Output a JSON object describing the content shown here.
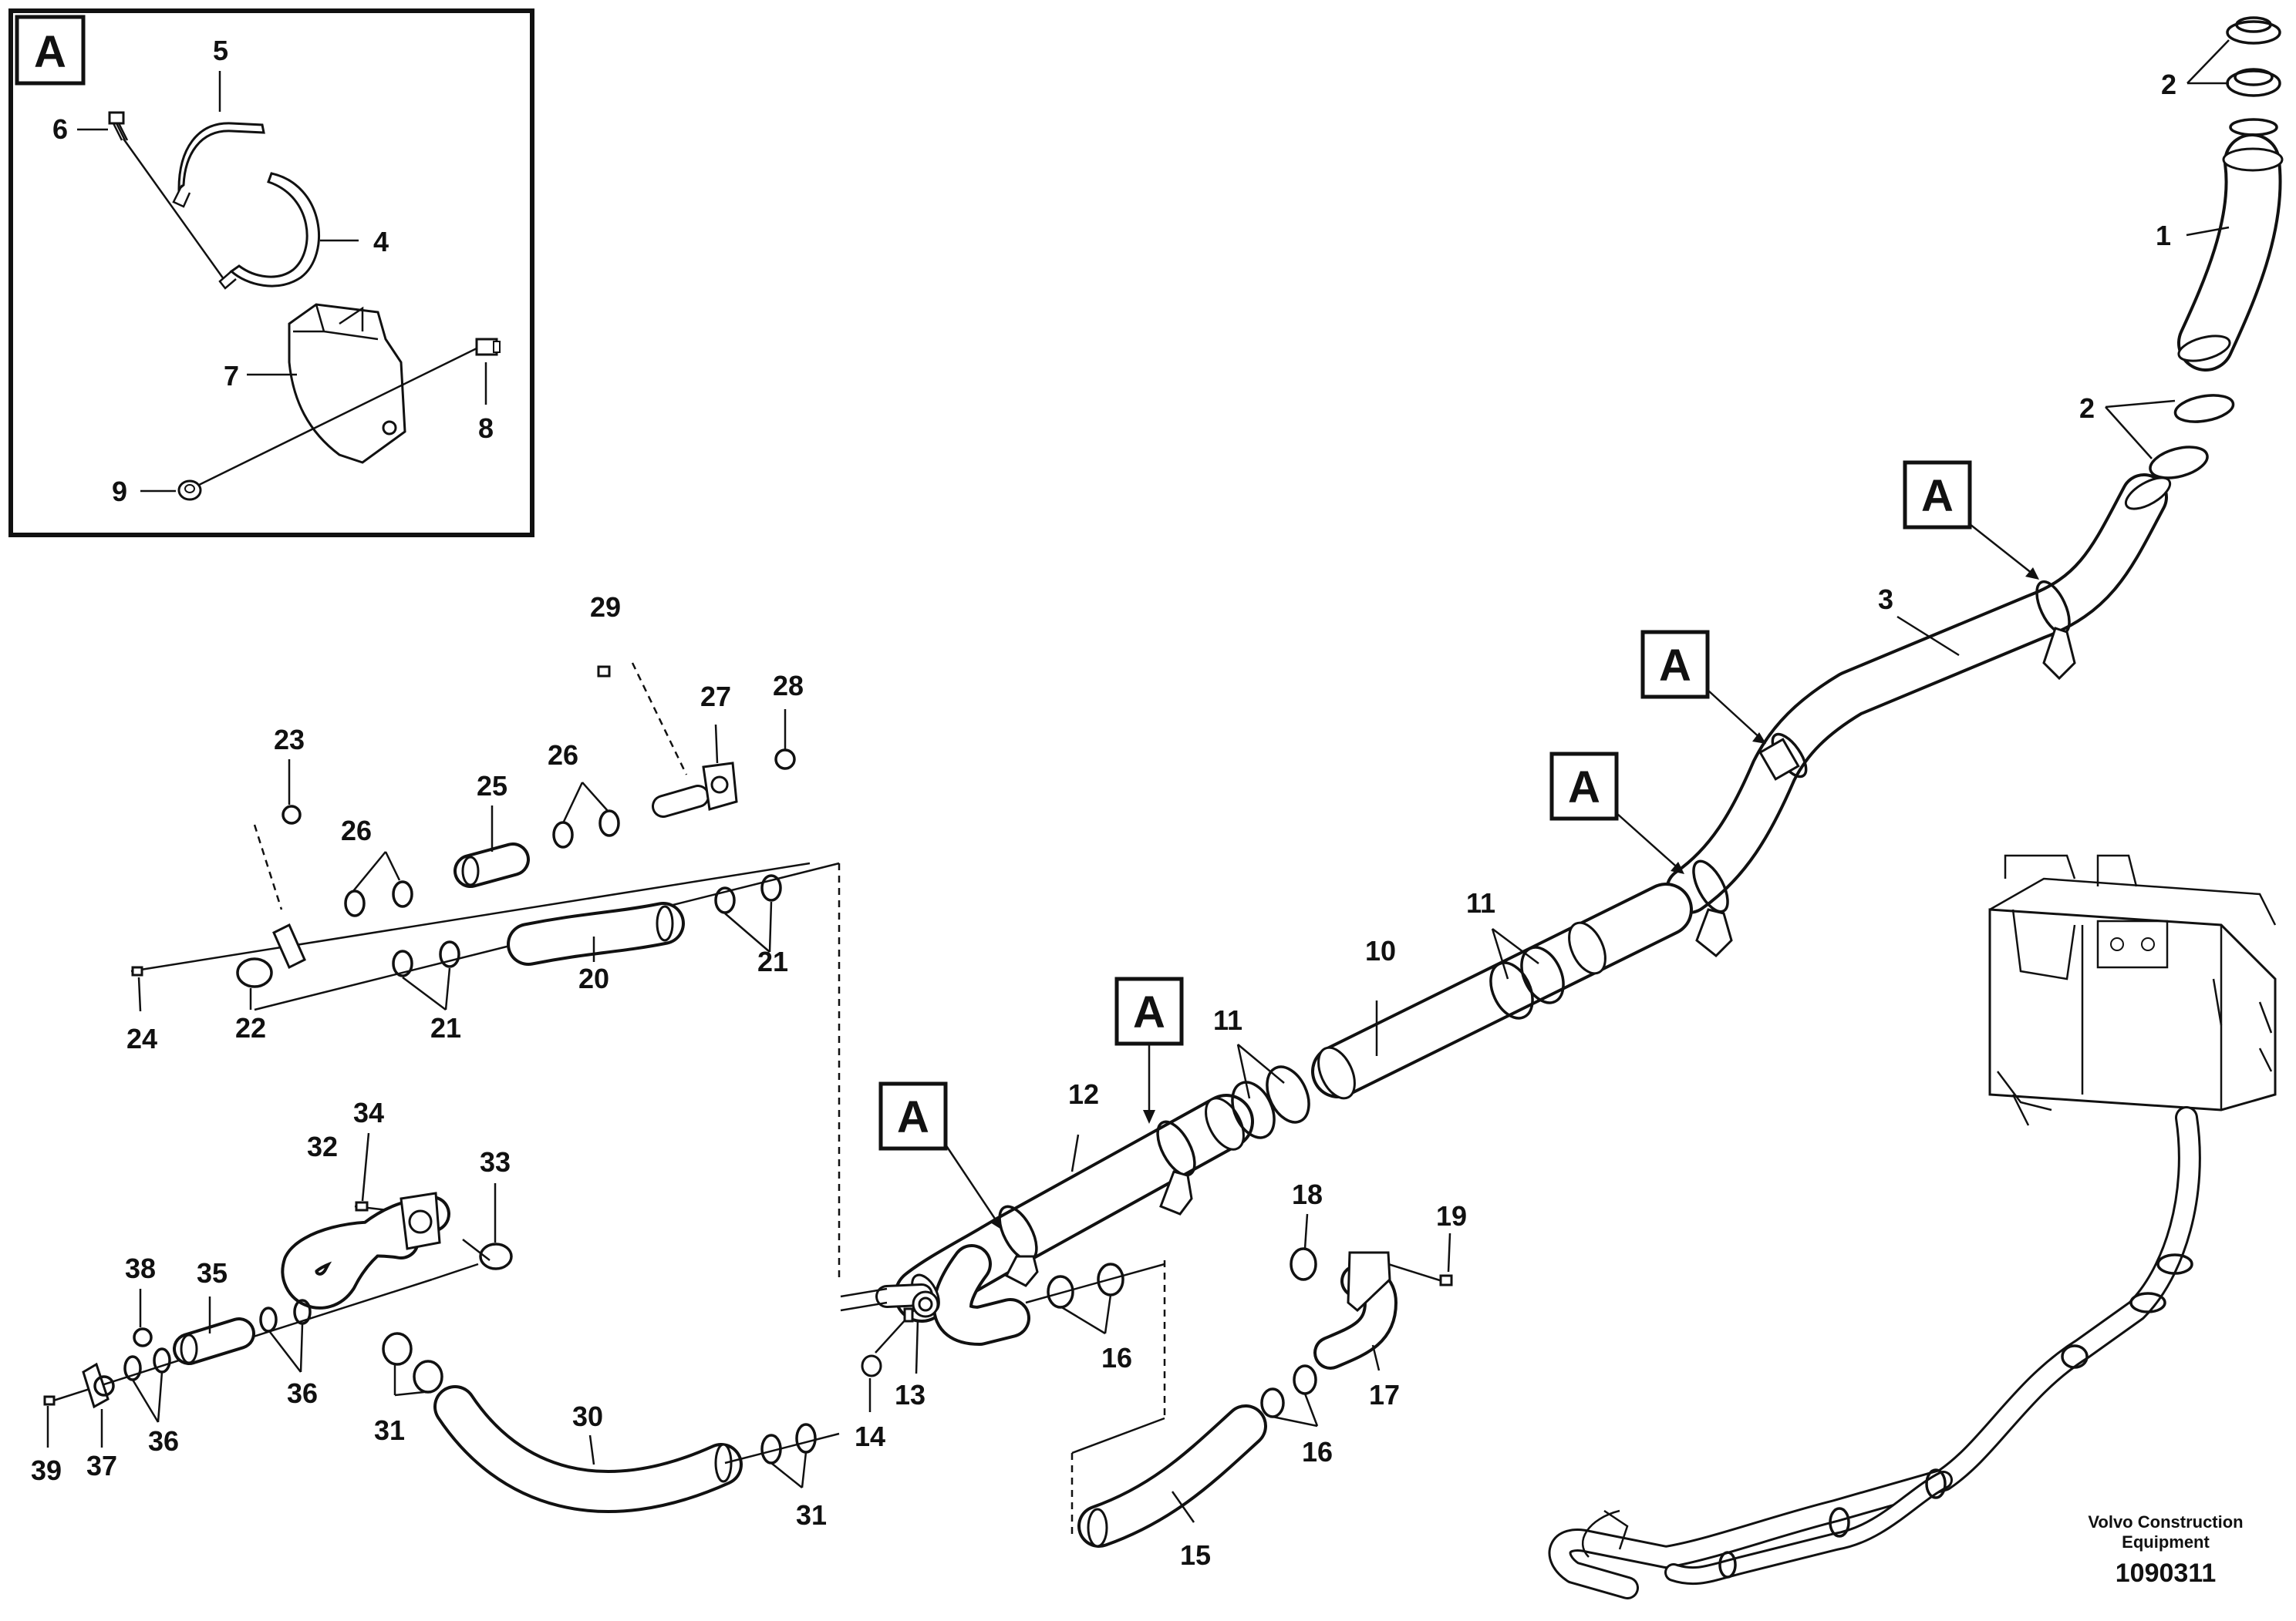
{
  "inset_label": "A",
  "callout_label": "A",
  "parts": [
    "1",
    "2",
    "3",
    "4",
    "5",
    "6",
    "7",
    "8",
    "9",
    "10",
    "11",
    "12",
    "13",
    "14",
    "15",
    "16",
    "17",
    "18",
    "19",
    "20",
    "21",
    "22",
    "23",
    "24",
    "25",
    "26",
    "27",
    "28",
    "29",
    "30",
    "31",
    "32",
    "33",
    "34",
    "35",
    "36",
    "37",
    "38",
    "39"
  ],
  "footer": {
    "company_line1": "Volvo Construction",
    "company_line2": "Equipment",
    "doc_number": "1090311"
  },
  "colors": {
    "line": "#111111",
    "background": "#ffffff"
  }
}
